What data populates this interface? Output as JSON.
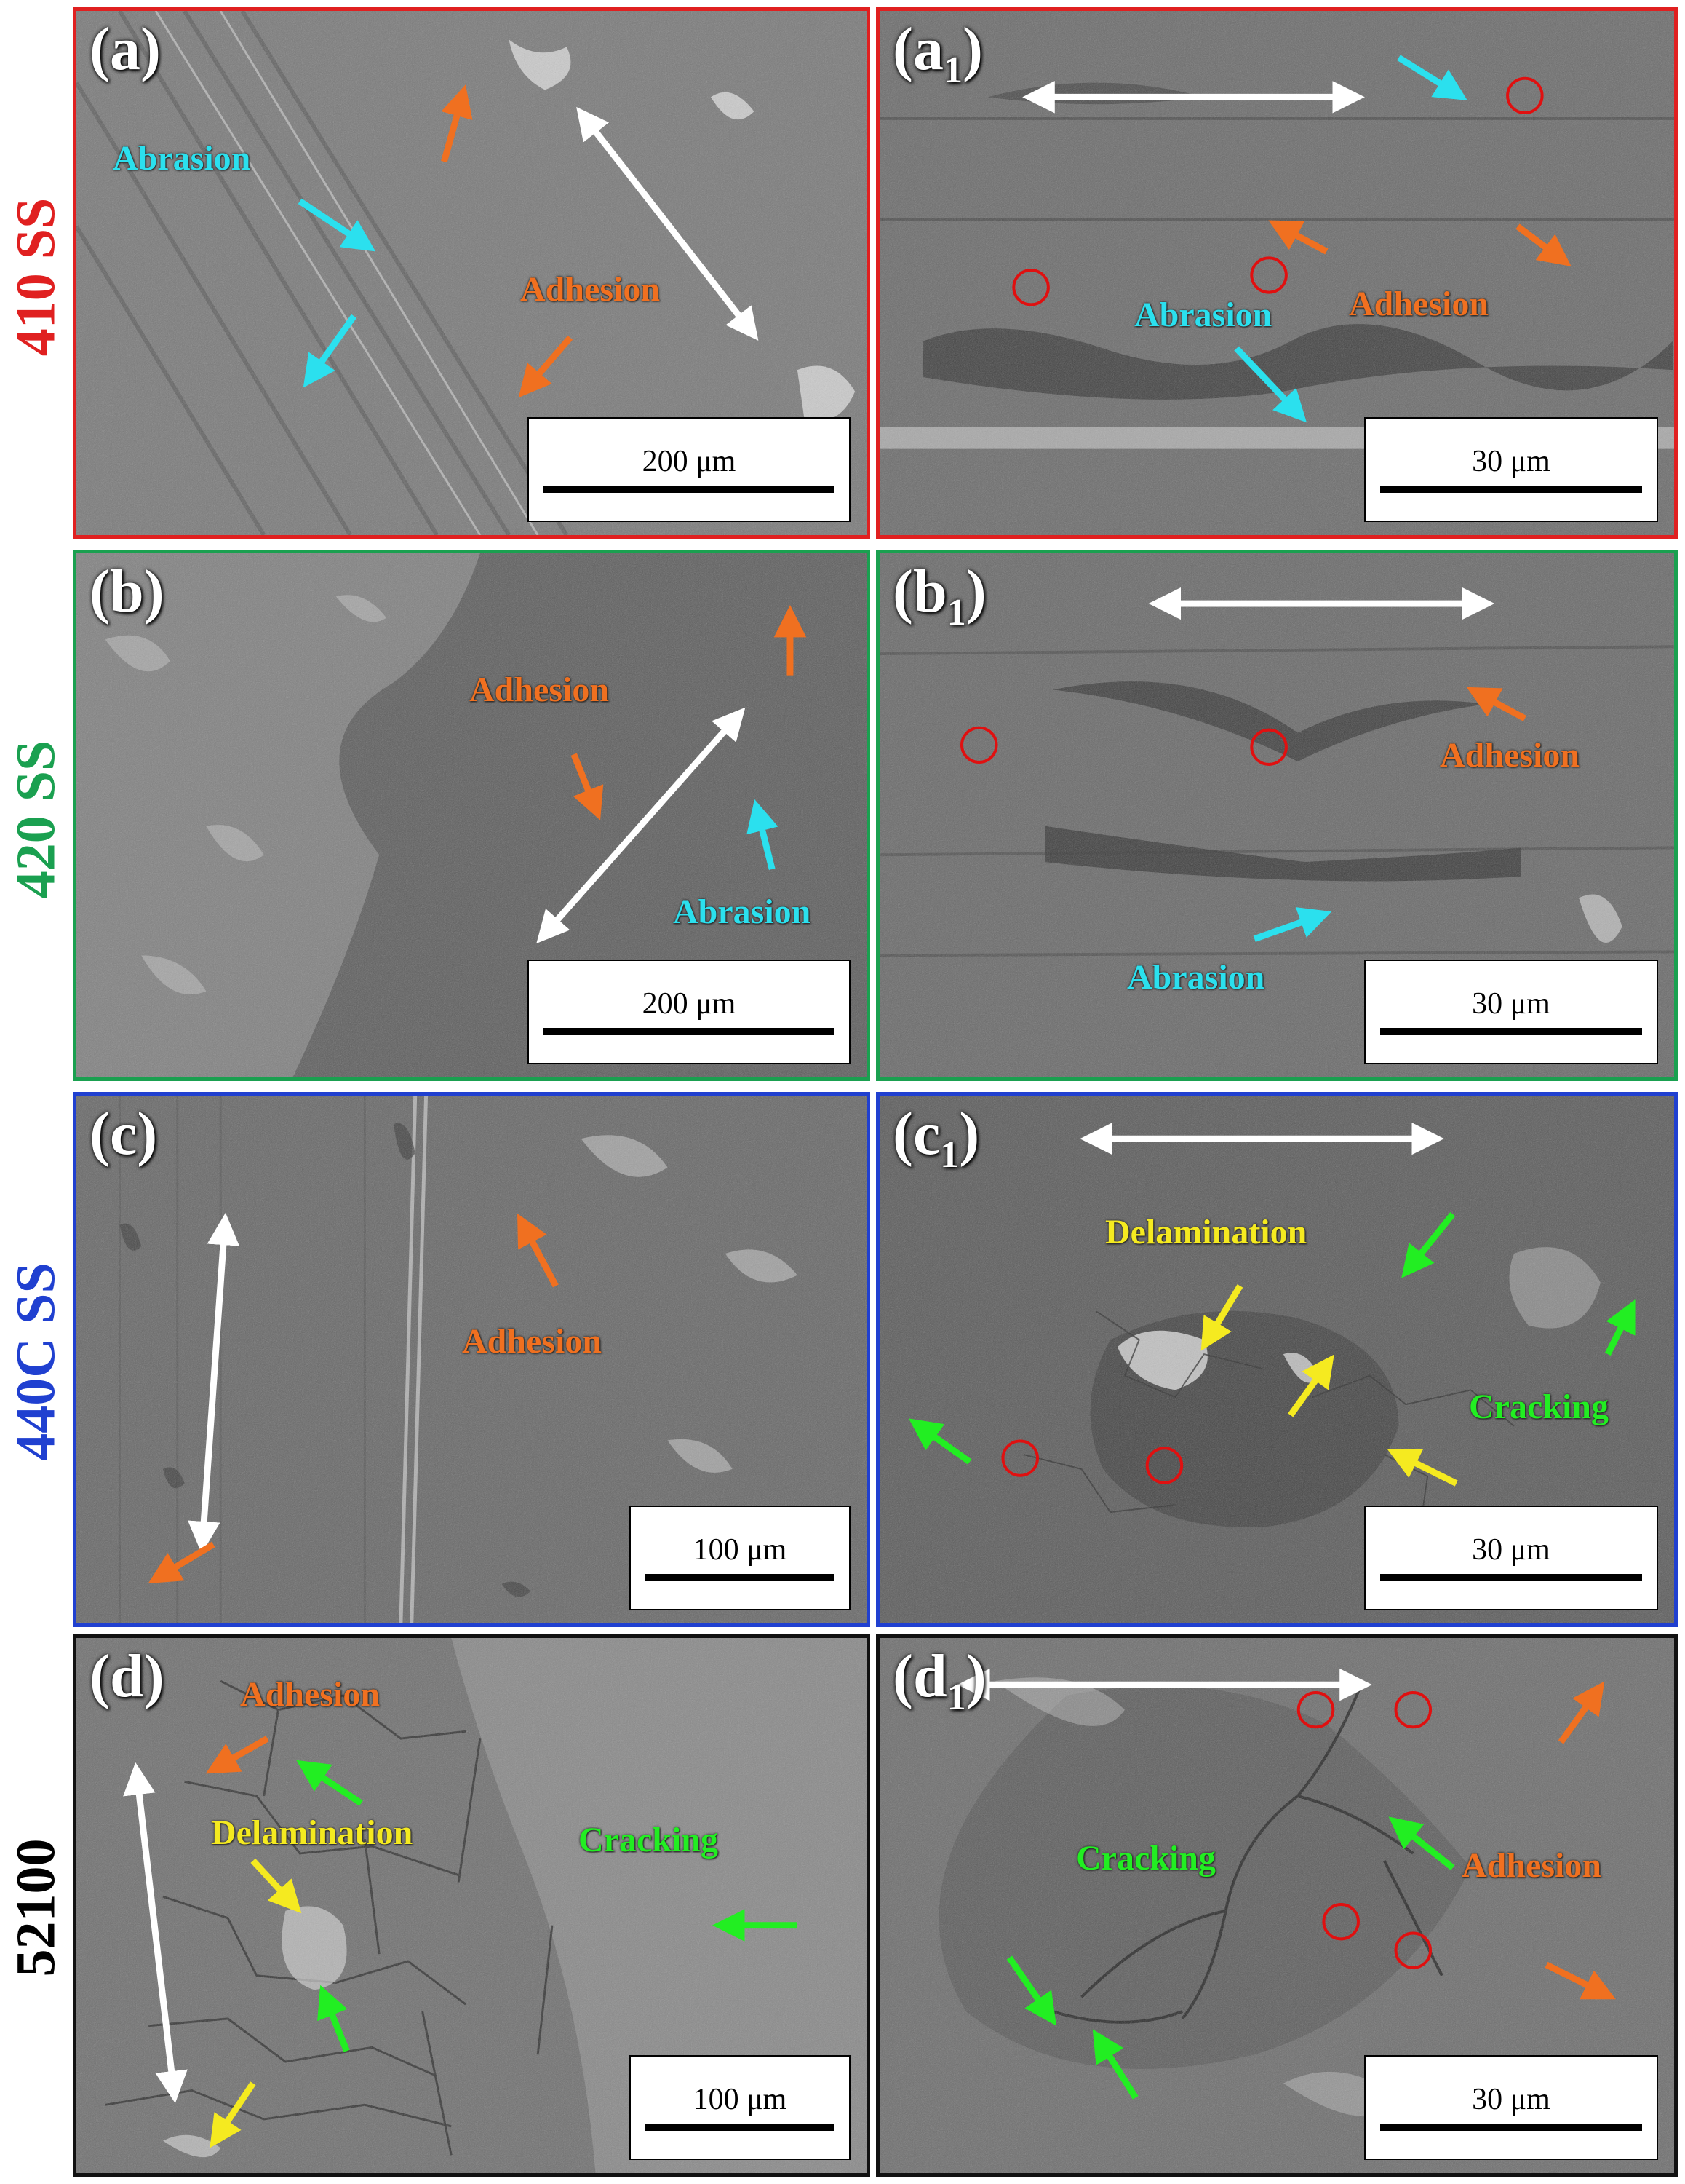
{
  "row_labels": [
    {
      "text": "410 SS",
      "color": "#e02020"
    },
    {
      "text": "420 SS",
      "color": "#1aa050"
    },
    {
      "text": "440C SS",
      "color": "#2040d0"
    },
    {
      "text": "52100",
      "color": "#000000"
    }
  ],
  "panels": {
    "a": {
      "letter": "a",
      "sub": "",
      "scale": "200 μm"
    },
    "a1": {
      "letter": "a",
      "sub": "1",
      "scale": "30 μm"
    },
    "b": {
      "letter": "b",
      "sub": "",
      "scale": "200 μm"
    },
    "b1": {
      "letter": "b",
      "sub": "1",
      "scale": "30 μm"
    },
    "c": {
      "letter": "c",
      "sub": "",
      "scale": "100 μm"
    },
    "c1": {
      "letter": "c",
      "sub": "1",
      "scale": "30 μm"
    },
    "d": {
      "letter": "d",
      "sub": "",
      "scale": "100 μm"
    },
    "d1": {
      "letter": "d",
      "sub": "1",
      "scale": "30 μm"
    }
  },
  "labels": {
    "abrasion": "Abrasion",
    "adhesion": "Adhesion",
    "delamination": "Delamination",
    "cracking": "Cracking"
  },
  "colors": {
    "abrasion": "#2be0ee",
    "adhesion": "#f07020",
    "delamination": "#f5ea20",
    "cracking": "#22ee22",
    "sliding_direction": "#ffffff",
    "particle_circle": "#e01010"
  }
}
